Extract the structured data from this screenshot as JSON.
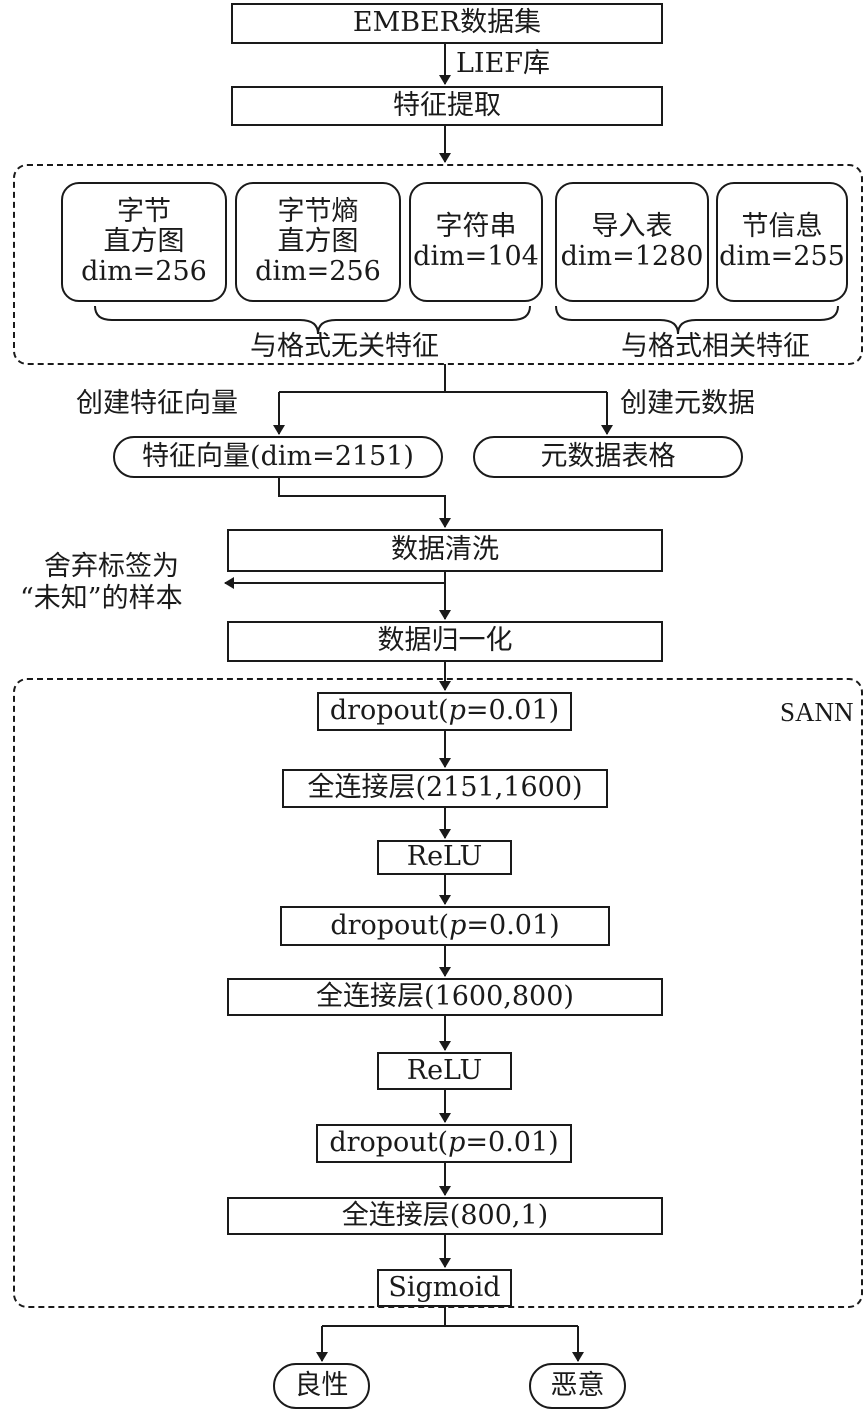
{
  "nodes": {
    "ember": "EMBER数据集",
    "lief": "LIEF库",
    "extract": "特征提取",
    "byte_hist": [
      "字节",
      "直方图",
      "dim=256"
    ],
    "byte_entropy": [
      "字节熵",
      "直方图",
      "dim=256"
    ],
    "strings": [
      "字符串",
      "dim=104"
    ],
    "imports": [
      "导入表",
      "dim=1280"
    ],
    "sections": [
      "节信息",
      "dim=255"
    ],
    "format_agnostic": "与格式无关特征",
    "format_specific": "与格式相关特征",
    "create_vector": "创建特征向量",
    "create_meta": "创建元数据",
    "vector": "特征向量(dim=2151)",
    "meta_table": "元数据表格",
    "discard": [
      "舍弃标签为",
      "“未知”的样本"
    ],
    "clean": "数据清洗",
    "normalize": "数据归一化"
  },
  "sann": {
    "label": "SANN",
    "layers": [
      {
        "pre": "dropout(",
        "p": "p",
        "post": "=0.01)"
      },
      {
        "text": "全连接层(2151,1600)"
      },
      {
        "text": "ReLU"
      },
      {
        "pre": "dropout(",
        "p": "p",
        "post": "=0.01)"
      },
      {
        "text": "全连接层(1600,800)"
      },
      {
        "text": "ReLU"
      },
      {
        "pre": "dropout(",
        "p": "p",
        "post": "=0.01)"
      },
      {
        "text": "全连接层(800,1)"
      },
      {
        "text": "Sigmoid"
      }
    ]
  },
  "outputs": {
    "benign": "良性",
    "malicious": "恶意"
  }
}
